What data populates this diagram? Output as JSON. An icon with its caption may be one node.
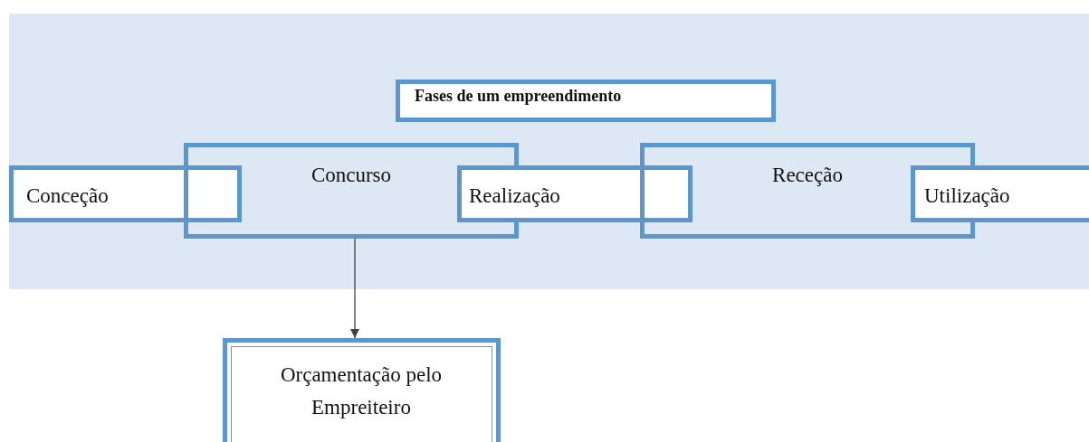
{
  "diagram": {
    "nodes": [
      {
        "text": [
          "Fases de um empreendimento"
        ]
      },
      {
        "text": [
          "Conceção"
        ]
      },
      {
        "text": [
          "Concurso"
        ]
      },
      {
        "text": [
          "Realização"
        ]
      },
      {
        "text": [
          "Receção"
        ]
      },
      {
        "text": [
          "Utilização"
        ]
      },
      {
        "text": [
          "Orçamentação pelo Empreiteiro"
        ]
      }
    ],
    "edges": [
      {
        "from": 2,
        "to": 6,
        "arrow": "to"
      }
    ]
  }
}
